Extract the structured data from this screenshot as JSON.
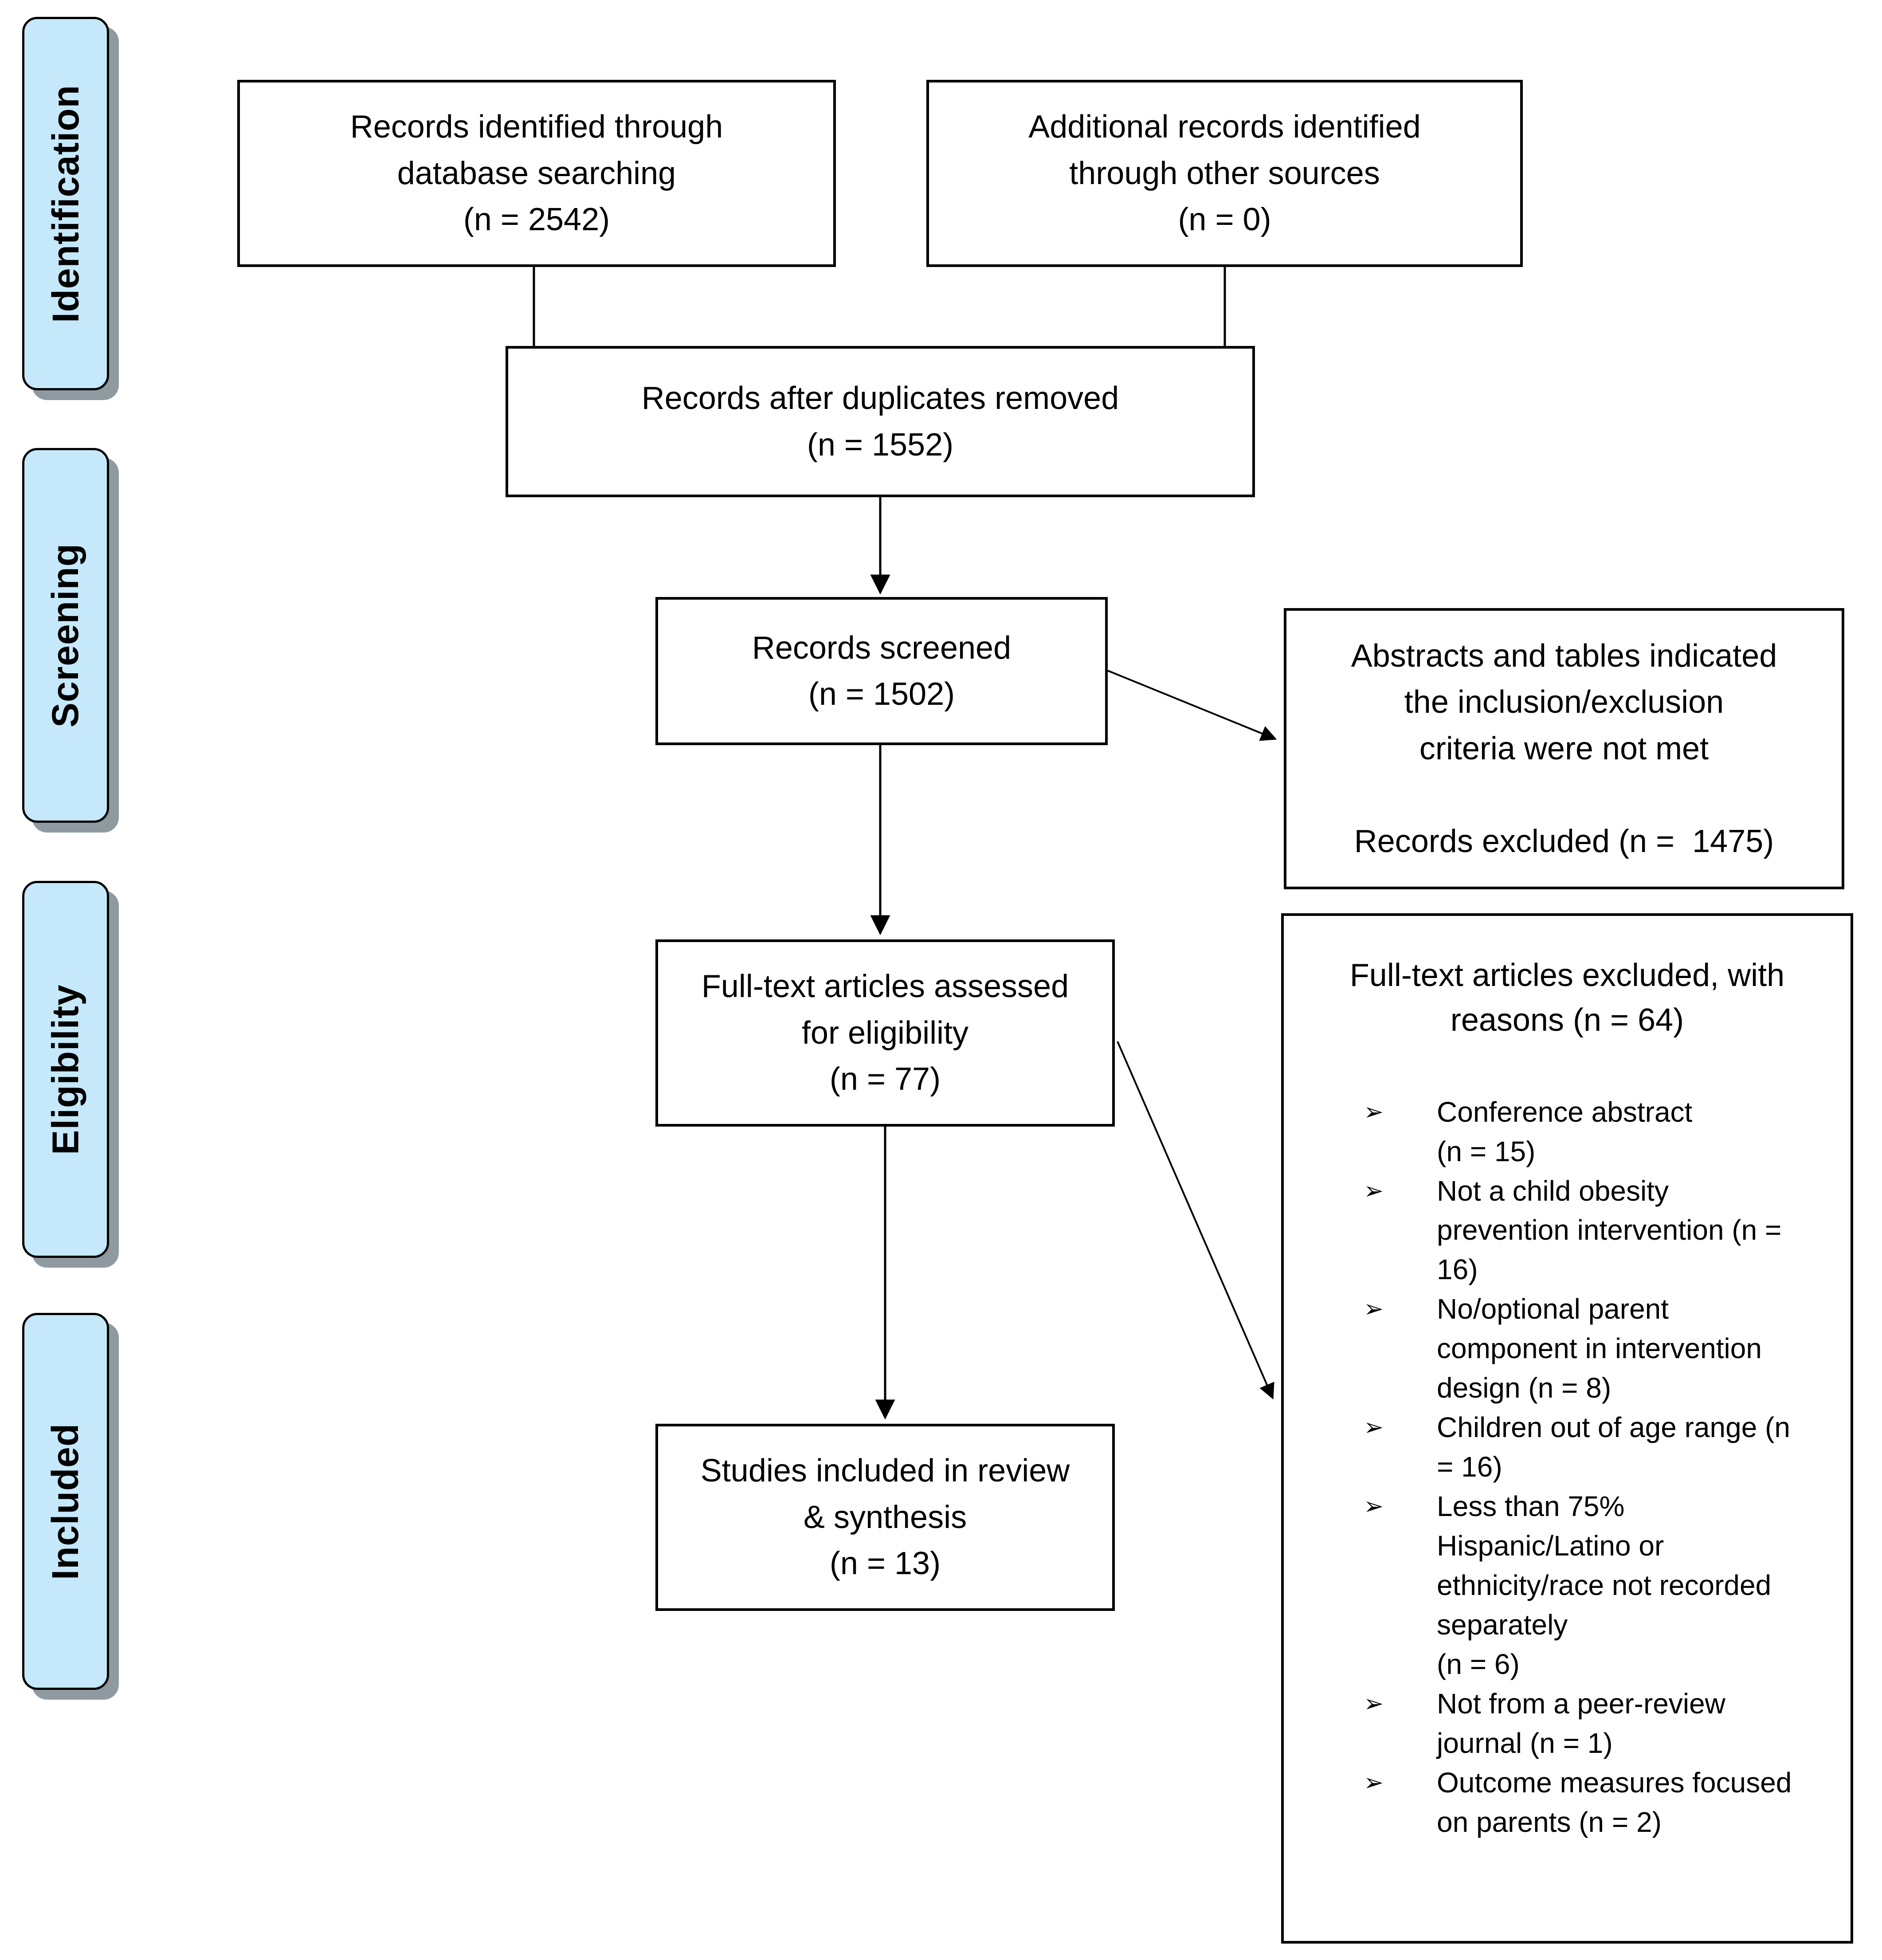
{
  "stages": {
    "items": [
      {
        "label": "Identification"
      },
      {
        "label": "Screening"
      },
      {
        "label": "Eligibility"
      },
      {
        "label": "Included"
      }
    ]
  },
  "boxes": {
    "identified": {
      "text": "Records identified through\ndatabase searching\n(n = 2542)"
    },
    "additional": {
      "text": "Additional records identified\nthrough other sources\n(n = 0)"
    },
    "duplicates": {
      "text": "Records after duplicates removed\n(n = 1552)"
    },
    "screened": {
      "text": "Records screened\n(n = 1502)"
    },
    "records_excluded": {
      "text": "Abstracts and tables indicated\nthe inclusion/exclusion\ncriteria were not met\n\nRecords excluded (n =  1475)"
    },
    "fulltext": {
      "text": "Full-text articles assessed\nfor eligibility\n(n = 77)"
    },
    "included": {
      "text": "Studies included in review\n& synthesis\n(n = 13)"
    }
  },
  "excluded_reasons": {
    "title": "Full-text articles excluded, with\nreasons (n = 64)",
    "bullet_glyph": "➢",
    "items": [
      {
        "text": "Conference abstract\n(n = 15)"
      },
      {
        "text": "Not a child obesity\nprevention intervention (n =\n16)"
      },
      {
        "text": "No/optional parent\ncomponent in intervention\ndesign (n = 8)"
      },
      {
        "text": "Children out of age range (n\n= 16)"
      },
      {
        "text": "Less than 75%\nHispanic/Latino or\nethnicity/race not recorded\nseparately\n(n = 6)"
      },
      {
        "text": "Not from a peer-review\njournal (n = 1)"
      },
      {
        "text": "Outcome measures focused\non parents (n = 2)"
      }
    ]
  },
  "colors": {
    "stage_fill": "#c5e8fa",
    "stage_shadow": "#8f9aa0",
    "box_border": "#000000",
    "text": "#000000",
    "background": "#ffffff"
  }
}
